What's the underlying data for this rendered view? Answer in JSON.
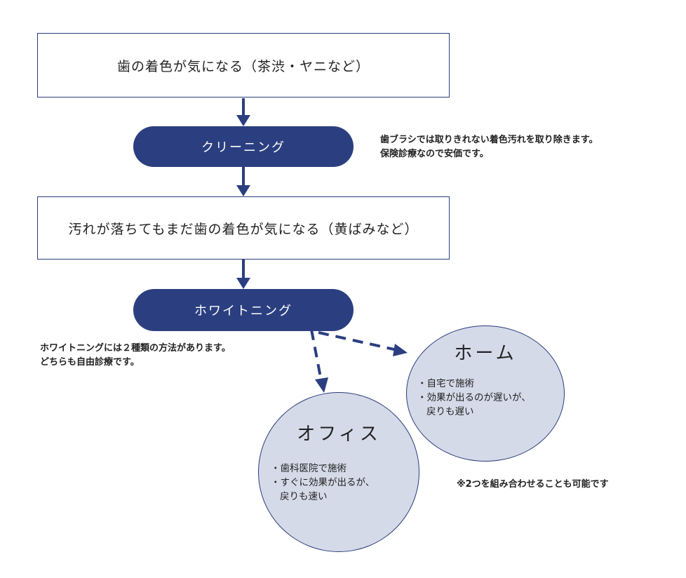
{
  "steps": {
    "concern_1": "歯の着色が気になる（茶渋・ヤニなど）",
    "cleaning": "クリーニング",
    "cleaning_note": [
      "歯ブラシでは取りきれない着色汚れを取り除きます。",
      "保険診療なので安価です。"
    ],
    "concern_2": "汚れが落ちてもまだ歯の着色が気になる（黄ばみなど）",
    "whitening": "ホワイトニング",
    "whitening_note": [
      "ホワイトニングには２種類の方法があります。",
      "どちらも自由診療です。"
    ]
  },
  "options": {
    "home": {
      "title": "ホーム",
      "items": [
        "・自宅で施術",
        "・効果が出るのが遅いが、",
        "戻りも遅い"
      ]
    },
    "office": {
      "title": "オフィス",
      "items": [
        "・歯科医院で施術",
        "・すぐに効果が出るが、",
        "戻りも速い"
      ]
    },
    "combine_note": "※2つを組み合わせることも可能です"
  },
  "colors": {
    "primary_navy": "#2b3f80",
    "circle_fill": "#d5dae8",
    "border": "#2b3d7a"
  }
}
